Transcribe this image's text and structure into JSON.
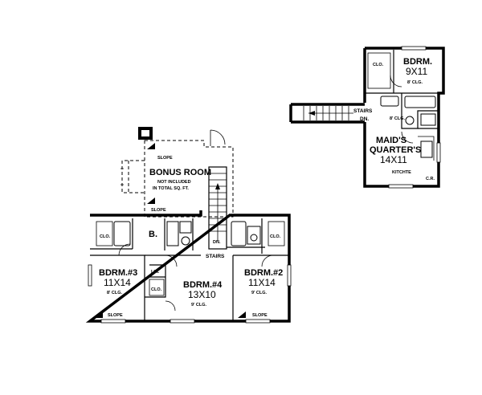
{
  "labels": {
    "bonus_room": "BONUS ROOM",
    "bonus_note1": "NOT INCLUDED",
    "bonus_note2": "IN TOTAL SQ. FT.",
    "slope": "SLOPE",
    "clo": "CLO.",
    "bath": "B.",
    "lin": "LIN.",
    "stairs": "STAIRS",
    "dn": "DN.",
    "stairs_dn": "DN.",
    "clg9": "9' CLG.",
    "clg8": "8' CLG.",
    "cr": "C.R.",
    "kitchette": "KITCHTE"
  },
  "rooms": {
    "bdrm3": {
      "name": "BDRM.#3",
      "size": "11X14"
    },
    "bdrm4": {
      "name": "BDRM.#4",
      "size": "13X10"
    },
    "bdrm2": {
      "name": "BDRM.#2",
      "size": "11X14"
    },
    "maid_bdrm": {
      "name": "BDRM.",
      "size": "9X11"
    },
    "maids_quarters": {
      "name1": "MAID'S",
      "name2": "QUARTER'S",
      "size": "14X11"
    }
  }
}
